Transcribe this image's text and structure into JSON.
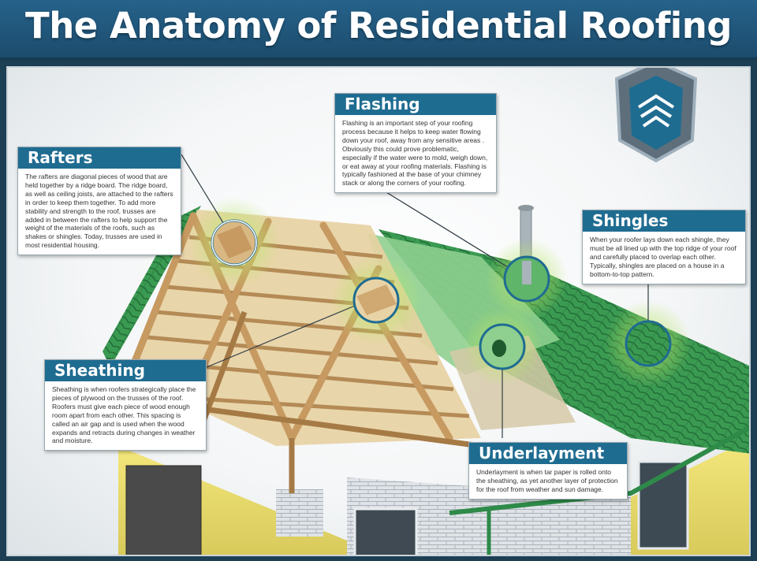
{
  "title": "The Anatomy of Residential Roofing",
  "callouts": {
    "rafters": {
      "title": "Rafters",
      "text": "The rafters are diagonal pieces of wood that are held together by a ridge board. The ridge board, as well as ceiling joists, are attached to the rafters in order to keep them together. To add more stability and strength to the roof, trusses are added in between the rafters to help support the weight of the materials of the roofs, such as shakes or shingles. Today, trusses are used in most residential housing."
    },
    "flashing": {
      "title": "Flashing",
      "text": "Flashing is an important step of your roofing process because it helps to keep water flowing down your roof, away from any sensitive areas . Obviously this could prove problematic, especially if the water were to mold, weigh down, or eat away at your roofing materials. Flashing is typically fashioned at the base of your chimney stack or along the corners of your roofing."
    },
    "shingles": {
      "title": "Shingles",
      "text": "When your roofer lays down each shingle, they must be all lined up with the top ridge of your roof and carefully placed to overlap each other. Typically, shingles are placed on a house in a bottom-to-top pattern."
    },
    "sheathing": {
      "title": "Sheathing",
      "text": "Sheathing is when roofers strategically place the pieces of plywood on the trusses of the roof.  Roofers must give each piece of wood enough room apart from each other. This spacing is called an air gap and is used when the wood expands and retracts during changes in weather and moisture."
    },
    "underlayment": {
      "title": "Underlayment",
      "text": "Underlayment is when tar paper is rolled onto the sheathing, as yet another layer of protection for the roof from weather and sun damage."
    }
  },
  "colors": {
    "header_blue": "#1f5f86",
    "callout_blue": "#1f6c91",
    "roof_green": "#3f9a55",
    "wall_yellow": "#efe06e",
    "wood": "#d9b884"
  }
}
